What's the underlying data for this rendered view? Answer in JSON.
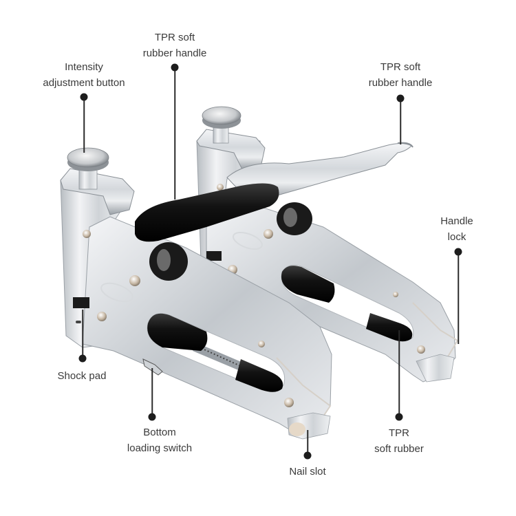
{
  "image": {
    "subject": "Two chrome manual staple guns with callout annotations",
    "background": "#ffffff",
    "colors": {
      "chrome_light": "#eef0f2",
      "chrome_mid": "#c9cdd2",
      "chrome_dark": "#8a9096",
      "rubber": "#1a1a1a",
      "label_text": "#3a3a3a",
      "dot": "#1d1d1d"
    }
  },
  "callouts": [
    {
      "id": "intensity",
      "line1": "Intensity",
      "line2": "adjustment button",
      "dot": [
        122,
        141
      ],
      "line_to": 222
    },
    {
      "id": "tpr-handle-left",
      "line1": "TPR soft",
      "line2": "rubber handle",
      "dot": [
        254,
        98
      ],
      "line_to": 290
    },
    {
      "id": "tpr-handle-right",
      "line1": "TPR soft",
      "line2": "rubber handle",
      "dot": [
        582,
        143
      ],
      "line_to": 210
    },
    {
      "id": "handle-lock",
      "line1": "Handle",
      "line2": "lock",
      "dot": [
        666,
        366
      ],
      "line_to": 500
    },
    {
      "id": "shock-pad",
      "line1": "Shock pad",
      "line2": "",
      "dot": [
        120,
        521
      ],
      "line_to": 450
    },
    {
      "id": "bottom-loading-switch",
      "line1": "Bottom",
      "line2": "loading switch",
      "dot": [
        221,
        606
      ],
      "line_to": 535
    },
    {
      "id": "tpr-soft-rubber",
      "line1": "TPR",
      "line2": "soft rubber",
      "dot": [
        580,
        606
      ],
      "line_to": 480
    },
    {
      "id": "nail-slot",
      "line1": "Nail slot",
      "line2": "",
      "dot": [
        447,
        662
      ],
      "line_to": 625
    }
  ]
}
